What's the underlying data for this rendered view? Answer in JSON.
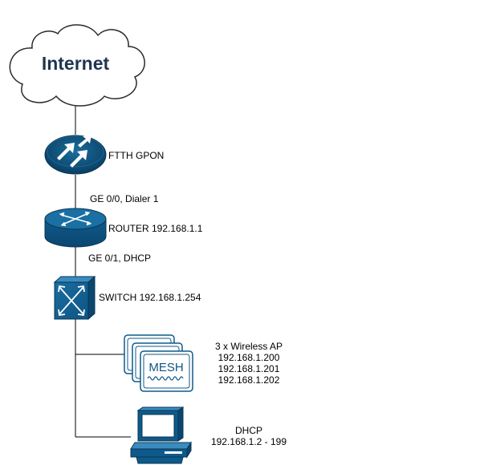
{
  "diagram": {
    "cloud_label": "Internet",
    "ftth_label": "FTTH GPON",
    "wan_port_label": "GE 0/0, Dialer 1",
    "router_label": "ROUTER 192.168.1.1",
    "lan_port_label": "GE 0/1, DHCP",
    "switch_label": "SWITCH 192.168.1.254",
    "ap_icon_text": "MESH",
    "ap_lines": [
      "3 x Wireless AP",
      "192.168.1.200",
      "192.168.1.201",
      "192.168.1.202"
    ],
    "pc_lines": [
      "DHCP",
      "192.168.1.2 - 199"
    ]
  },
  "colors": {
    "device_blue": "#0e5a8a",
    "device_dark": "#0a3d5e",
    "cloud_text": "#1f3550"
  }
}
